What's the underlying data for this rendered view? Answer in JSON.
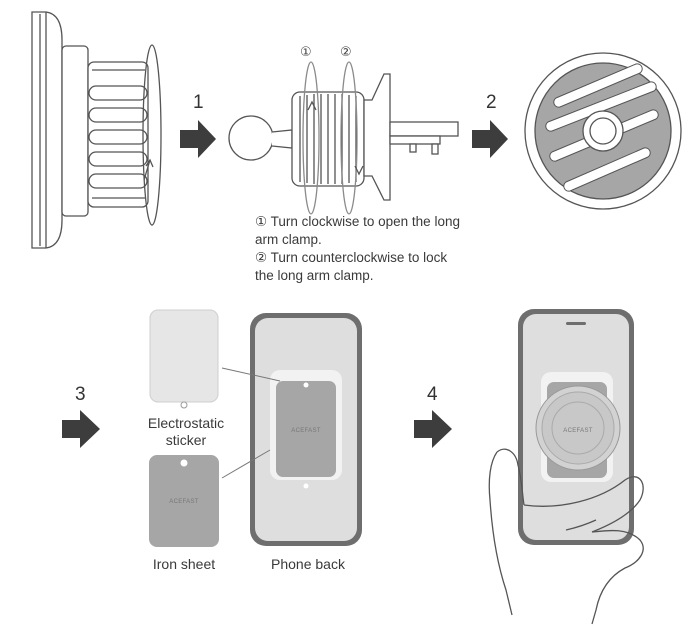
{
  "steps": [
    "1",
    "2",
    "3",
    "4"
  ],
  "markers": [
    "①",
    "②"
  ],
  "instructions": [
    "① Turn clockwise to open the long",
    "arm clamp.",
    "② Turn counterclockwise to lock",
    "the long arm clamp."
  ],
  "labels": {
    "electrostatic_line1": "Electrostatic",
    "electrostatic_line2": "sticker",
    "iron_sheet": "Iron sheet",
    "phone_back": "Phone back"
  },
  "brand": "ACEFAST",
  "colors": {
    "line": "#555555",
    "arrow": "#3d3d3d",
    "pad_gray": "#a6a6a6",
    "sticker_gray": "#dcdcdc",
    "plate_gray": "#e6e6e6",
    "phone_frame": "#6e6e6e"
  }
}
